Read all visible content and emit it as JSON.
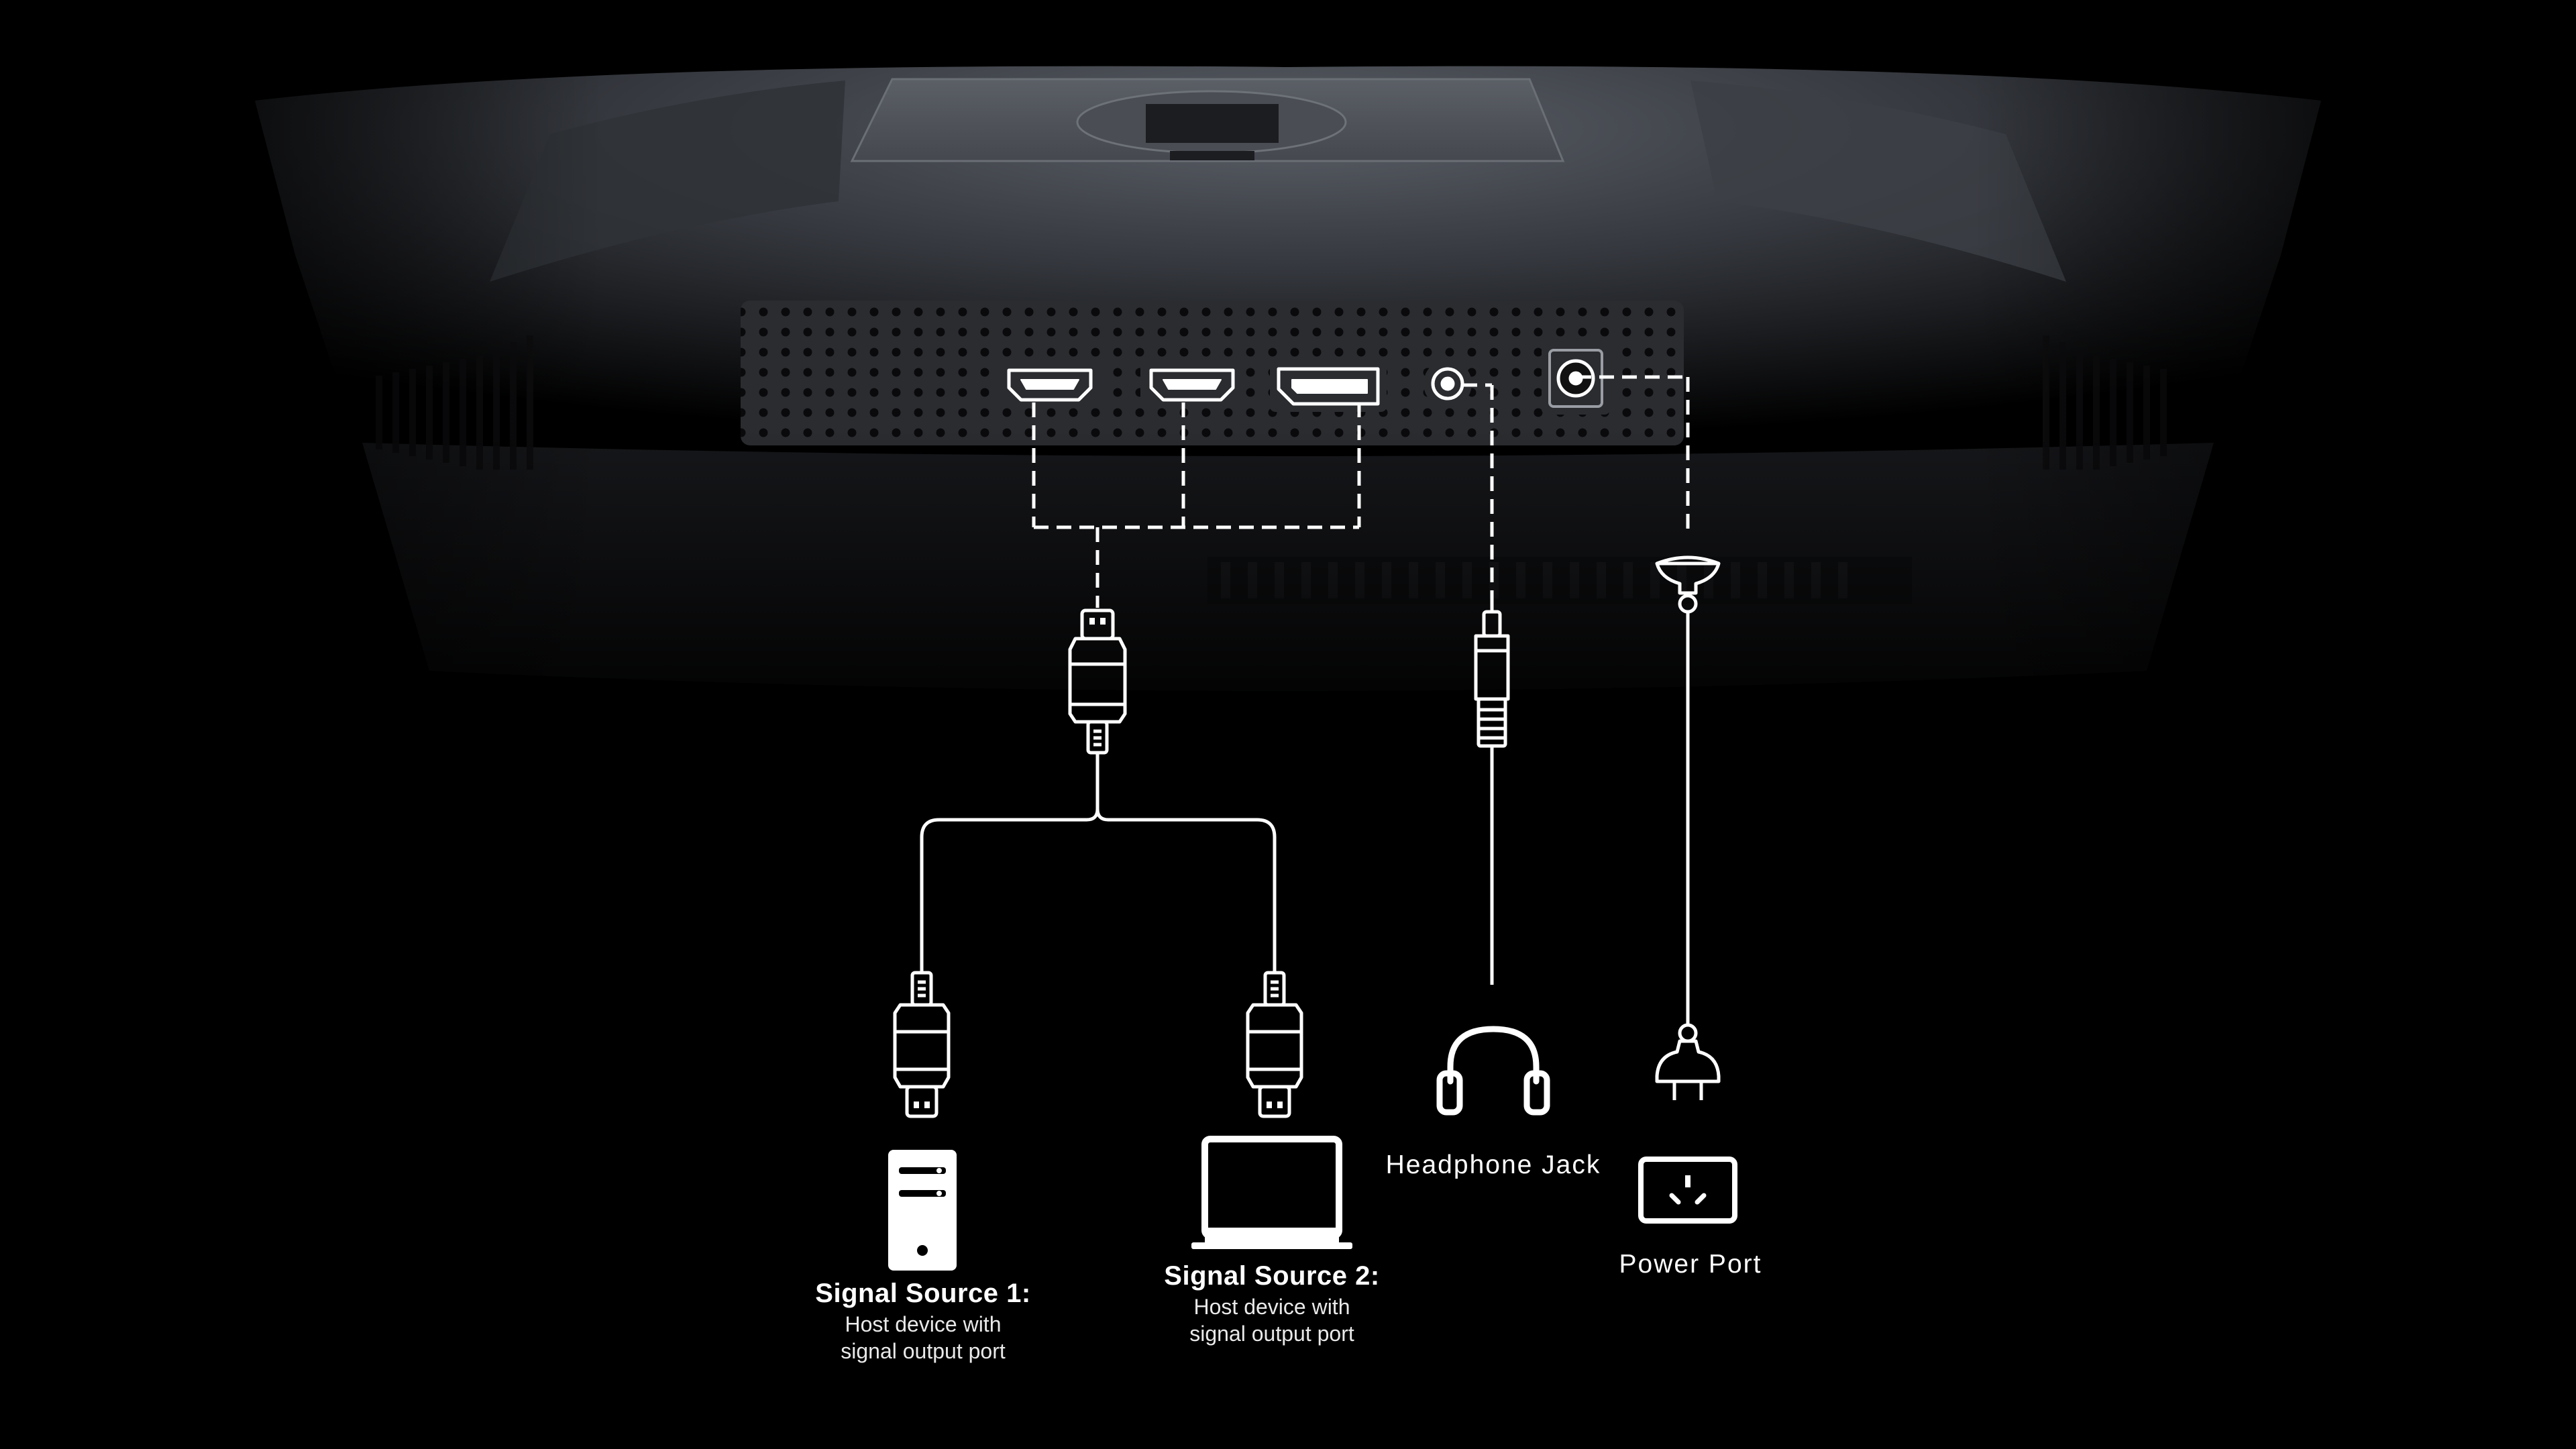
{
  "colors": {
    "background": "#000000",
    "line": "#ffffff",
    "chassis": "#3b3e44"
  },
  "labels": {
    "signal_source_1": {
      "title": "Signal Source 1:",
      "line1": "Host device with",
      "line2": "signal output port"
    },
    "signal_source_2": {
      "title": "Signal Source 2:",
      "line1": "Host device with",
      "line2": "signal output port"
    },
    "headphone_jack": "Headphone Jack",
    "power_port": "Power Port"
  },
  "icons": {
    "monitor_ports": [
      "hdmi-port-icon",
      "hdmi-port-icon",
      "displayport-port-icon",
      "audio-jack-port-icon",
      "dc-power-port-icon"
    ],
    "cables": [
      "video-connector-icon",
      "audio-plug-icon",
      "power-plug-icon"
    ],
    "devices": [
      "desktop-tower-icon",
      "laptop-icon",
      "headphones-icon",
      "wall-socket-icon"
    ]
  }
}
